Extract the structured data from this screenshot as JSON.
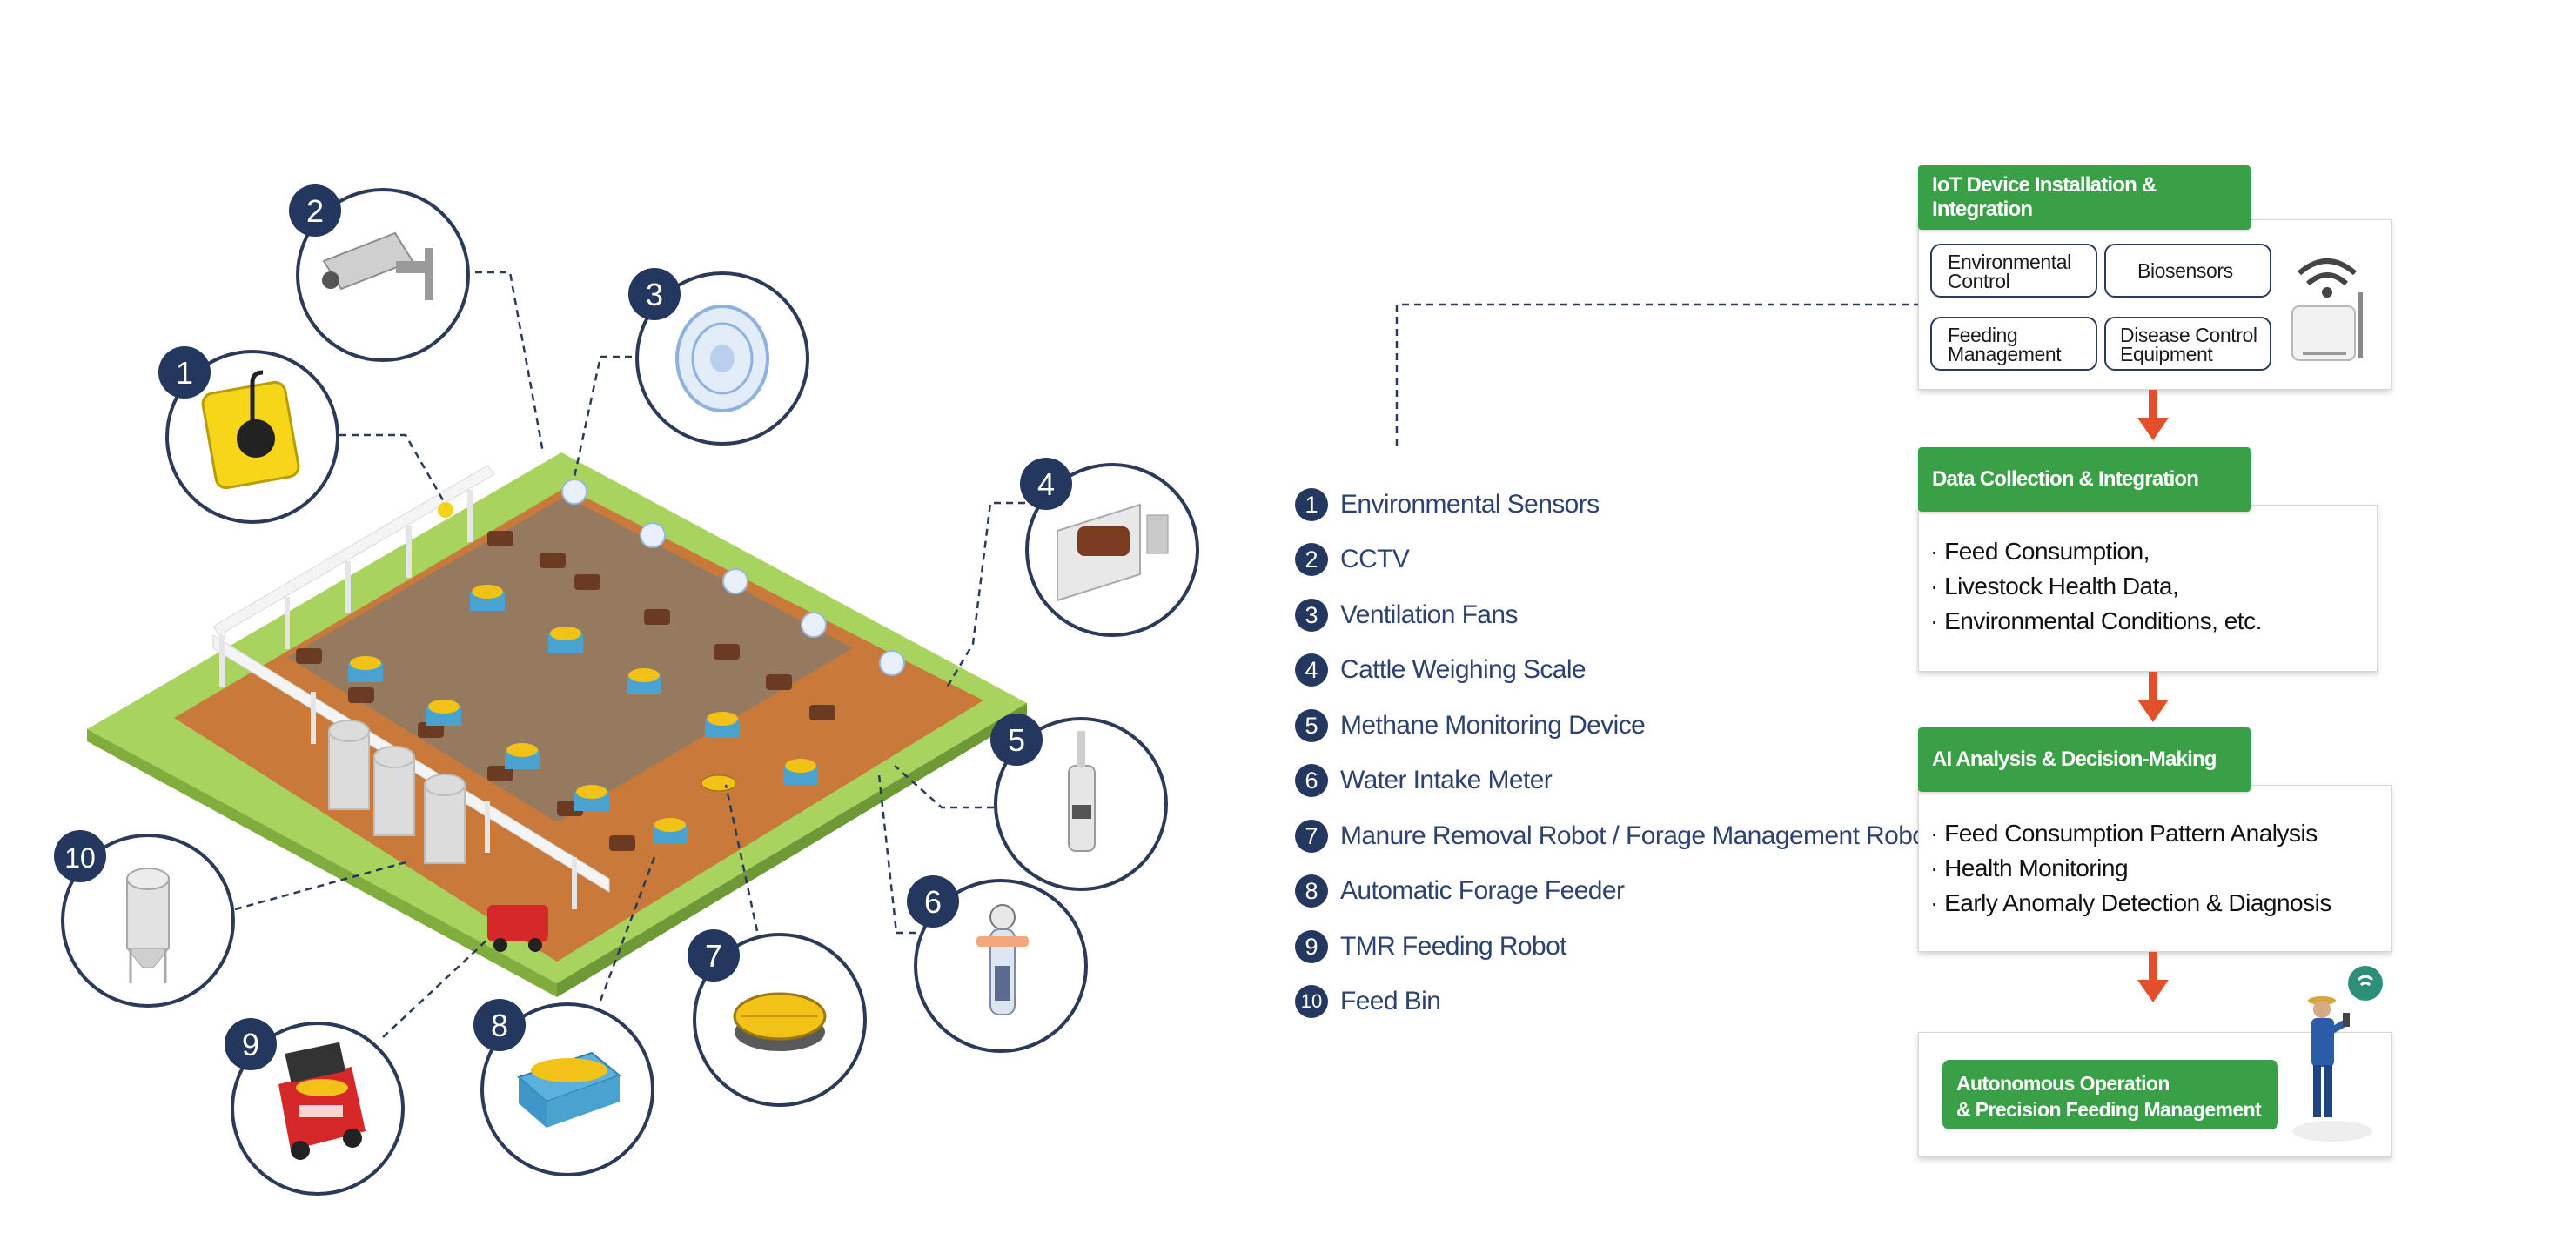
{
  "legend": [
    {
      "num": "1",
      "label": "Environmental Sensors"
    },
    {
      "num": "2",
      "label": "CCTV"
    },
    {
      "num": "3",
      "label": "Ventilation Fans"
    },
    {
      "num": "4",
      "label": "Cattle Weighing Scale"
    },
    {
      "num": "5",
      "label": "Methane Monitoring Device"
    },
    {
      "num": "6",
      "label": "Water Intake Meter"
    },
    {
      "num": "7",
      "label": "Manure Removal Robot / Forage Management Robot"
    },
    {
      "num": "8",
      "label": "Automatic Forage Feeder"
    },
    {
      "num": "9",
      "label": "TMR Feeding Robot"
    },
    {
      "num": "10",
      "label": "Feed Bin"
    }
  ],
  "callouts": [
    "1",
    "2",
    "3",
    "4",
    "5",
    "6",
    "7",
    "8",
    "9",
    "10"
  ],
  "flow": {
    "step1": {
      "title": "IoT Device Installation & Integration",
      "chips": [
        {
          "line1": "Environmental",
          "line2": "Control"
        },
        {
          "line1": "Biosensors",
          "line2": ""
        },
        {
          "line1": "Feeding",
          "line2": "Management"
        },
        {
          "line1": "Disease Control",
          "line2": "Equipment"
        }
      ]
    },
    "step2": {
      "title": "Data Collection & Integration",
      "bullets": [
        "· Feed Consumption,",
        "· Livestock Health Data,",
        "· Environmental Conditions, etc."
      ]
    },
    "step3": {
      "title": "AI Analysis & Decision-Making",
      "bullets": [
        "· Feed Consumption Pattern Analysis",
        "· Health Monitoring",
        "· Early Anomaly Detection & Diagnosis"
      ]
    },
    "step4": {
      "line1": "Autonomous Operation",
      "line2": "& Precision Feeding Management"
    }
  },
  "colors": {
    "navy": "#23375f",
    "green": "#3aa048",
    "arrow": "#e2502b",
    "floor": "#c9793a",
    "grass": "#9fcf58"
  }
}
